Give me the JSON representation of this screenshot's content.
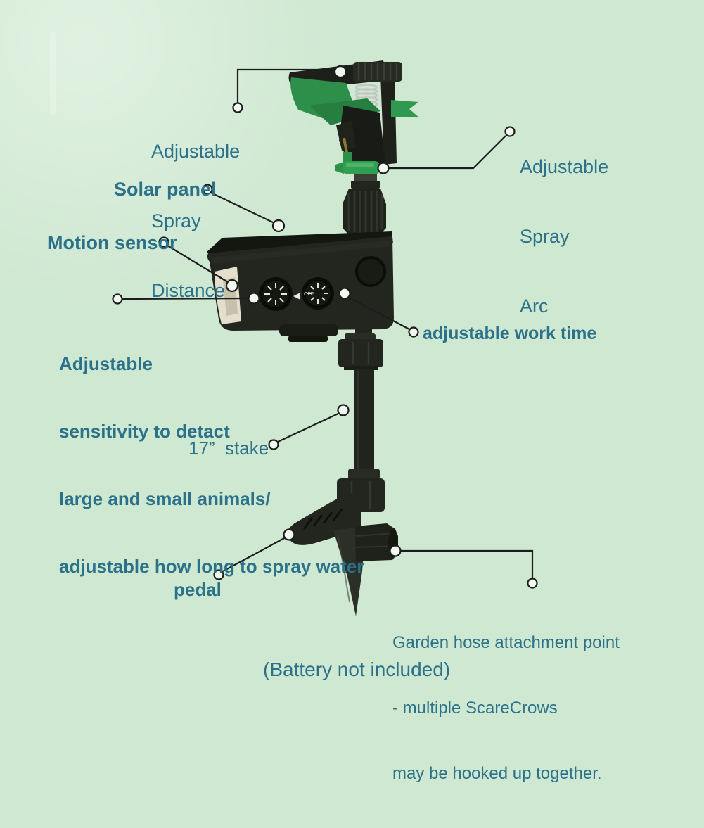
{
  "callouts": {
    "spray_distance": {
      "lines": [
        "Adjustable",
        "Spray",
        "Distance"
      ]
    },
    "spray_arc": {
      "lines": [
        "Adjustable",
        "Spray",
        "Arc"
      ]
    },
    "solar_panel": {
      "text": "Solar panel"
    },
    "motion_sensor": {
      "text": "Motion sensor"
    },
    "sensitivity": {
      "lines": [
        "Adjustable",
        "sensitivity to detact",
        "large and small animals/",
        "adjustable how long to spray water"
      ]
    },
    "work_time": {
      "text": "adjustable work time"
    },
    "stake": {
      "text": "17”  stake"
    },
    "pedal": {
      "text": "pedal"
    },
    "hose": {
      "lines": [
        "Garden hose attachment point",
        "- multiple ScareCrows",
        "may be hooked up together."
      ]
    },
    "battery_note": {
      "text": "(Battery not included)"
    }
  },
  "colors": {
    "background": "#cfe8d2",
    "label_text": "#2a7189",
    "callout_line": "#1c1c1c",
    "marker_fill": "#f1f8f0",
    "device_black": "#23261f",
    "device_green": "#2f9a4f",
    "sensor_window": "#e3dfcc",
    "spring_silver": "#c2c8bf"
  }
}
